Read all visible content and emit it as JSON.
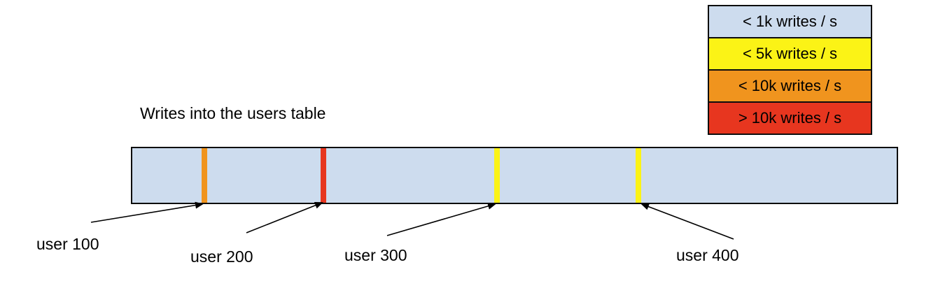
{
  "title": "Writes into the users table",
  "legend": {
    "items": [
      {
        "name": "lt-1k",
        "label": "< 1k writes / s",
        "color": "#cddcee"
      },
      {
        "name": "lt-5k",
        "label": "< 5k writes / s",
        "color": "#fbf316"
      },
      {
        "name": "lt-10k",
        "label": "< 10k writes / s",
        "color": "#f0941e"
      },
      {
        "name": "gt-10k",
        "label": "> 10k writes / s",
        "color": "#e7361f"
      }
    ]
  },
  "bar": {
    "fill": "#cddcee",
    "markers": [
      {
        "user": "user 100",
        "color": "#f0941e",
        "position": "9.4%",
        "writes_rate": "< 10k writes / s"
      },
      {
        "user": "user 200",
        "color": "#e7361f",
        "position": "25.0%",
        "writes_rate": "> 10k writes / s"
      },
      {
        "user": "user 300",
        "color": "#fbf316",
        "position": "47.7%",
        "writes_rate": "< 5k writes / s"
      },
      {
        "user": "user 400",
        "color": "#fbf316",
        "position": "66.2%",
        "writes_rate": "< 5k writes / s"
      }
    ]
  }
}
